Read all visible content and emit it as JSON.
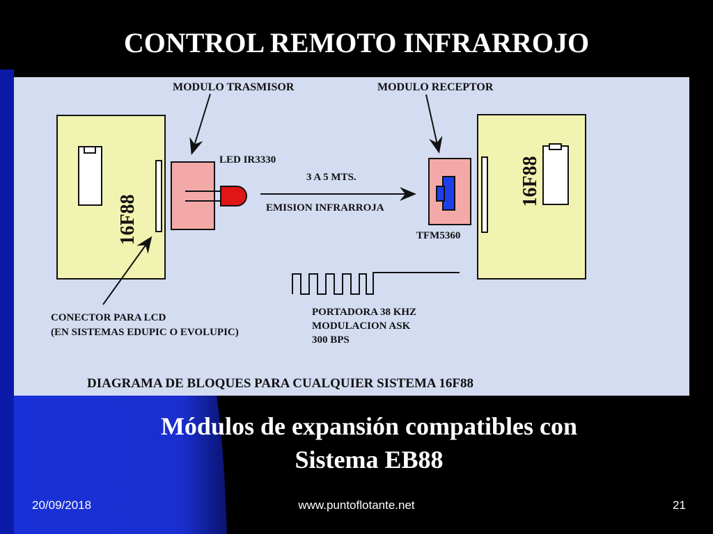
{
  "slide": {
    "title": "CONTROL REMOTO INFRARROJO",
    "subtitle_line1": "Módulos de expansión compatibles con",
    "subtitle_line2": "Sistema EB88",
    "footer_date": "20/09/2018",
    "footer_url": "www.puntoflotante.net",
    "page_number": "21"
  },
  "diagram": {
    "label_modulo_trasmisor": "MODULO TRASMISOR",
    "label_modulo_receptor": "MODULO RECEPTOR",
    "label_led": "LED IR3330",
    "label_distance": "3 A 5 MTS.",
    "label_emission": "EMISION INFRARROJA",
    "label_tfm": "TFM5360",
    "chip_left": "16F88",
    "chip_right": "16F88",
    "connector_line1": "CONECTOR PARA LCD",
    "connector_line2": "(EN SISTEMAS EDUPIC O EVOLUPIC)",
    "carrier_line1": "PORTADORA 38 KHZ",
    "carrier_line2": "MODULACION ASK",
    "carrier_line3": "300 BPS",
    "caption": "DIAGRAMA DE BLOQUES PARA CUALQUIER SISTEMA 16F88"
  },
  "colors": {
    "background": "#000000",
    "accent_blue": "#1a2fd6",
    "diagram_bg": "#d4dcf2",
    "board": "#f1f3b0",
    "module": "#f4a9a9",
    "led": "#e01515",
    "receiver": "#1e3ee8"
  }
}
